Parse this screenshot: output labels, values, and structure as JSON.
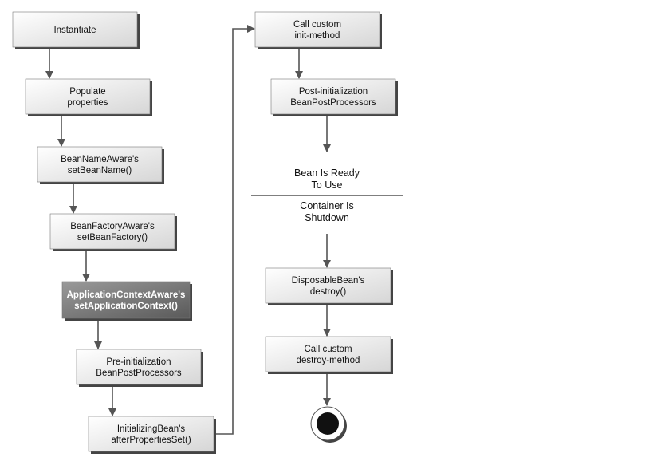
{
  "colors": {
    "box_fill_light": "#ffffff",
    "box_fill_dark": "#d6d6d6",
    "highlight_fill_light": "#9a9a9a",
    "highlight_fill_dark": "#5a5a5a",
    "shadow": "#444444",
    "arrow": "#555555",
    "text": "#111111",
    "highlight_text": "#ffffff"
  },
  "steps": [
    {
      "id": "instantiate",
      "lines": [
        "Instantiate"
      ]
    },
    {
      "id": "populate-properties",
      "lines": [
        "Populate",
        "properties"
      ]
    },
    {
      "id": "bean-name-aware",
      "lines": [
        "BeanNameAware's",
        "setBeanName()"
      ]
    },
    {
      "id": "bean-factory-aware",
      "lines": [
        "BeanFactoryAware's",
        "setBeanFactory()"
      ]
    },
    {
      "id": "application-context-aware",
      "lines": [
        "ApplicationContextAware's",
        "setApplicationContext()"
      ],
      "highlight": true
    },
    {
      "id": "pre-initialization",
      "lines": [
        "Pre-initialization",
        "BeanPostProcessors"
      ]
    },
    {
      "id": "initializing-bean",
      "lines": [
        "InitializingBean's",
        "afterPropertiesSet()"
      ]
    },
    {
      "id": "call-custom-init",
      "lines": [
        "Call custom",
        "init-method"
      ]
    },
    {
      "id": "post-initialization",
      "lines": [
        "Post-initialization",
        "BeanPostProcessors"
      ]
    },
    {
      "id": "disposable-bean",
      "lines": [
        "DisposableBean's",
        "destroy()"
      ]
    },
    {
      "id": "call-custom-destroy",
      "lines": [
        "Call custom",
        "destroy-method"
      ]
    }
  ],
  "labels": {
    "ready": [
      "Bean Is Ready",
      "To Use"
    ],
    "shutdown": [
      "Container Is",
      "Shutdown"
    ]
  }
}
